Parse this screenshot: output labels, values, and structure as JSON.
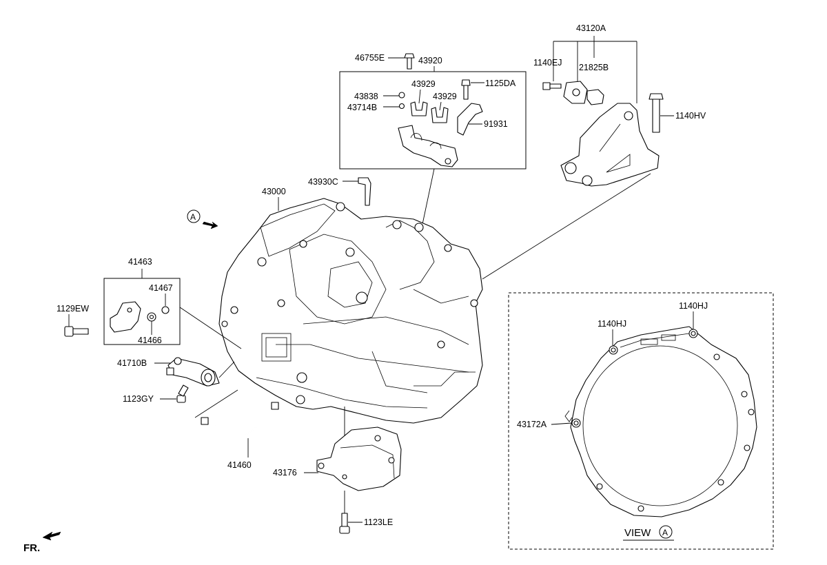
{
  "labels": {
    "p46755E": "46755E",
    "p43920": "43920",
    "p43838": "43838",
    "p43714B": "43714B",
    "p43929a": "43929",
    "p43929b": "43929",
    "p1125DA": "1125DA",
    "p91931": "91931",
    "p43930C": "43930C",
    "p43000": "43000",
    "p43120A": "43120A",
    "p1140EJ": "1140EJ",
    "p21825B": "21825B",
    "p1140HV": "1140HV",
    "p41463": "41463",
    "p41467": "41467",
    "p1129EW": "1129EW",
    "p41466": "41466",
    "p41710B": "41710B",
    "p1123GY": "1123GY",
    "p41460": "41460",
    "p43176": "43176",
    "p1123LE": "1123LE",
    "p1140HJa": "1140HJ",
    "p1140HJb": "1140HJ",
    "p43172A": "43172A"
  },
  "view": {
    "word": "VIEW",
    "letter": "A"
  },
  "arrow_marker": "A",
  "front": "FR."
}
